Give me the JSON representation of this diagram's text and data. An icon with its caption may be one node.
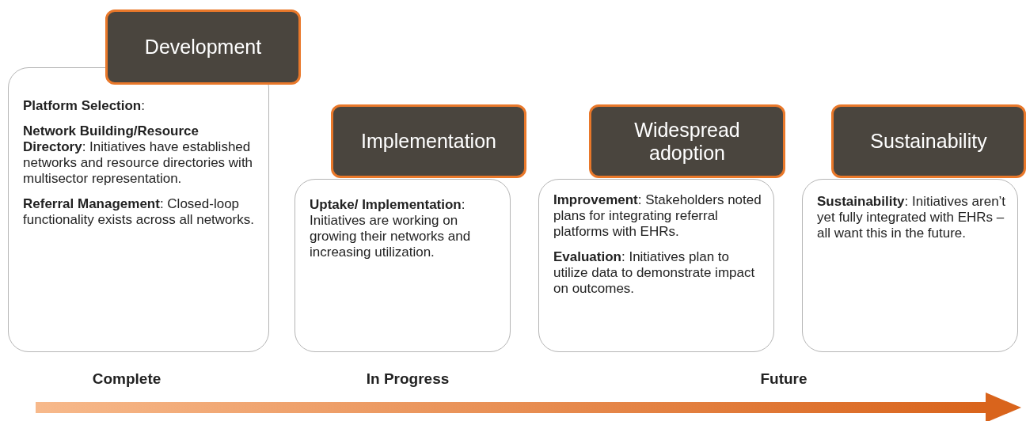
{
  "diagram": {
    "nodes": [
      {
        "text": [
          "Development"
        ]
      },
      {
        "text": [
          "**Platform Selection**:",
          "**Network Building/Resource Directory**: Initiatives have established networks and resource directories with multisector representation.",
          "**Referral Management**: Closed-loop functionality exists across all networks."
        ]
      },
      {
        "text": [
          "Implementation"
        ]
      },
      {
        "text": [
          "**Uptake/ Implementation**: Initiatives are working on growing their networks and increasing utilization."
        ]
      },
      {
        "text": [
          "Widespread adoption"
        ]
      },
      {
        "text": [
          "**Improvement**: Stakeholders noted plans for integrating referral platforms with EHRs.",
          "**Evaluation**: Initiatives plan to utilize data to demonstrate impact on outcomes."
        ]
      },
      {
        "text": [
          "Sustainability"
        ]
      },
      {
        "text": [
          "**Sustainability**: Initiatives aren’t yet fully integrated with EHRs – all want this in the future."
        ]
      }
    ],
    "edges": [],
    "labels": [
      "Complete",
      "In Progress",
      "Future"
    ]
  }
}
